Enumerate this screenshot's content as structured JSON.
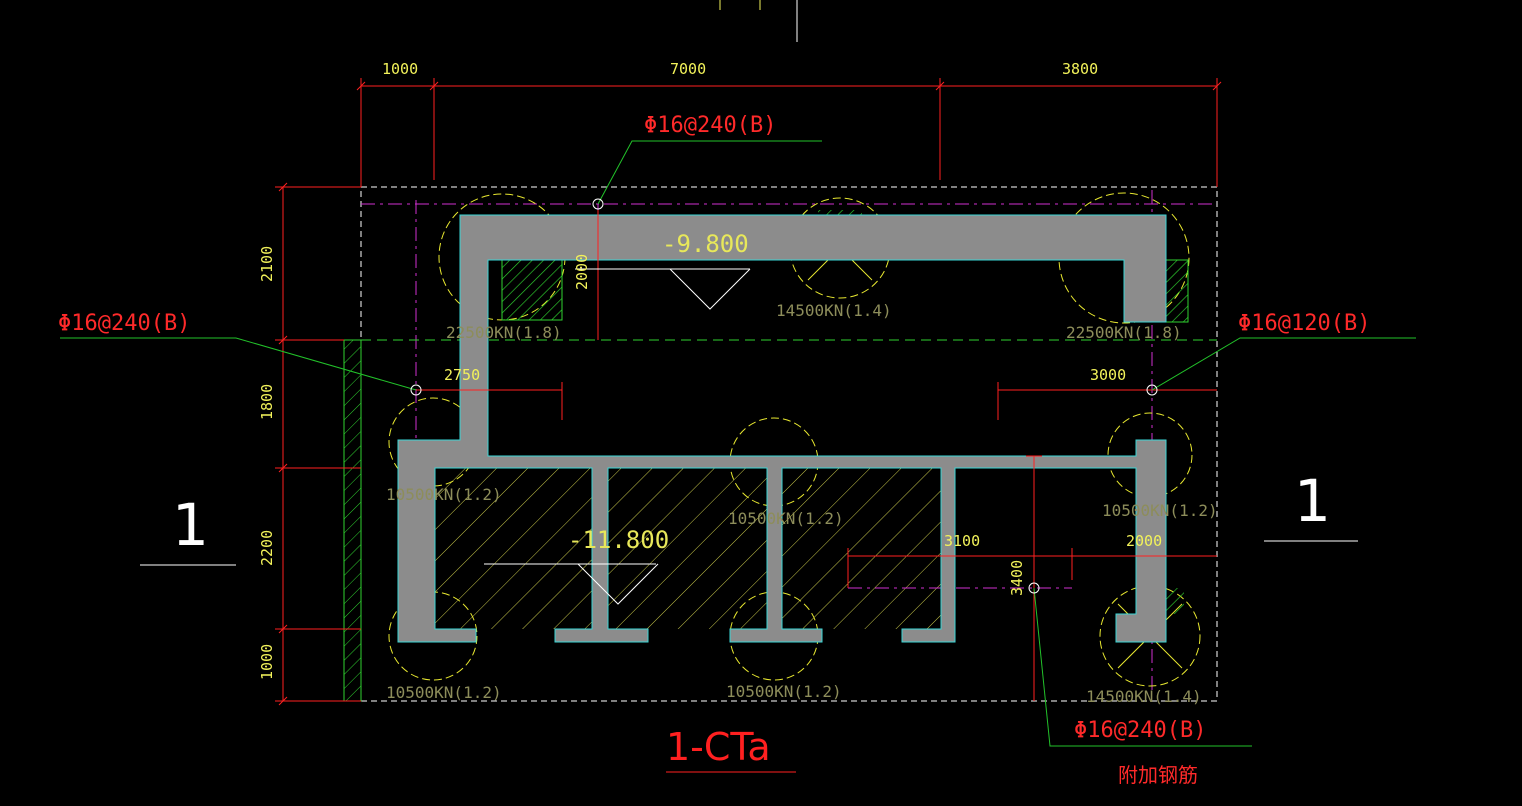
{
  "top_dimensions": [
    "1000",
    "7000",
    "3800"
  ],
  "left_dimensions": [
    "2100",
    "1800",
    "2200",
    "1000"
  ],
  "inner_dimensions": {
    "d2000_vertical": "2000",
    "d2750": "2750",
    "d3000": "3000",
    "d3100": "3100",
    "d2000_horizontal": "2000",
    "d3400": "3400"
  },
  "elevations": {
    "upper": "-9.800",
    "lower": "-11.800"
  },
  "rebar_labels": {
    "top": "Φ16@240(B)",
    "left": "Φ16@240(B)",
    "right": "Φ16@120(B)",
    "bottom": "Φ16@240(B)",
    "additional": "附加钢筋"
  },
  "pile_loads": [
    "22500KN(1.8)",
    "14500KN(1.4)",
    "22500KN(1.8)",
    "10500KN(1.2)",
    "10500KN(1.2)",
    "10500KN(1.2)",
    "10500KN(1.2)",
    "10500KN(1.2)",
    "14500KN(1.4)"
  ],
  "section_marks": {
    "left": "1",
    "right": "1"
  },
  "title": "1-CTa",
  "colors": {
    "background": "#000000",
    "wall_fill": "#8c8c8c",
    "wall_edge": "#3ad6d6",
    "dimension": "#ff2020",
    "dimension_text": "#f2f25a",
    "rebar_label": "#ff2a2a",
    "leader": "#22c22a",
    "pile_circle": "#e8e830",
    "axis": "#d030d0",
    "hatch": "#c8c84a",
    "boundary": "#ffffff"
  }
}
